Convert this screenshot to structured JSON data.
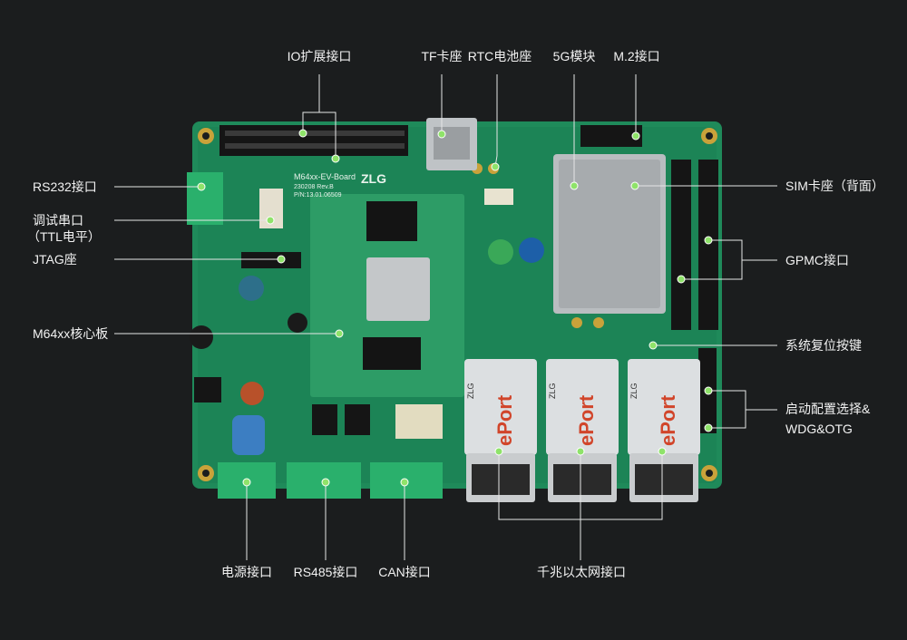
{
  "callouts": {
    "io_expansion": "IO扩展接口",
    "tf_socket": "TF卡座",
    "rtc_battery": "RTC电池座",
    "module_5g": "5G模块",
    "m2": "M.2接口",
    "rs232": "RS232接口",
    "debug_serial_line1": "调试串口",
    "debug_serial_line2": "（TTL电平）",
    "jtag": "JTAG座",
    "core_board": "M64xx核心板",
    "sim_socket": "SIM卡座（背面）",
    "gpmc": "GPMC接口",
    "reset_button": "系统复位按键",
    "boot_select_line1": "启动配置选择&",
    "boot_select_line2": "WDG&OTG",
    "power": "电源接口",
    "rs485": "RS485接口",
    "can": "CAN接口",
    "ethernet": "千兆以太网接口"
  },
  "board_marks": {
    "board_name": "M64xx-EV-Board",
    "revision": "230208 Rev.B",
    "part_number": "P/N:13.01.06509",
    "brand": "ZLG",
    "port_brand_1": "ZLG",
    "port_brand_2": "ZLG",
    "port_brand_3": "ZLG",
    "port_logo_1": "ePort",
    "port_logo_2": "ePort",
    "port_logo_3": "ePort"
  },
  "colors": {
    "background": "#1b1d1e",
    "pcb": "#1f8a5a",
    "callout_line": "#e6e6e6",
    "marker": "#8fe36a",
    "label_text": "#f2f2f2"
  }
}
